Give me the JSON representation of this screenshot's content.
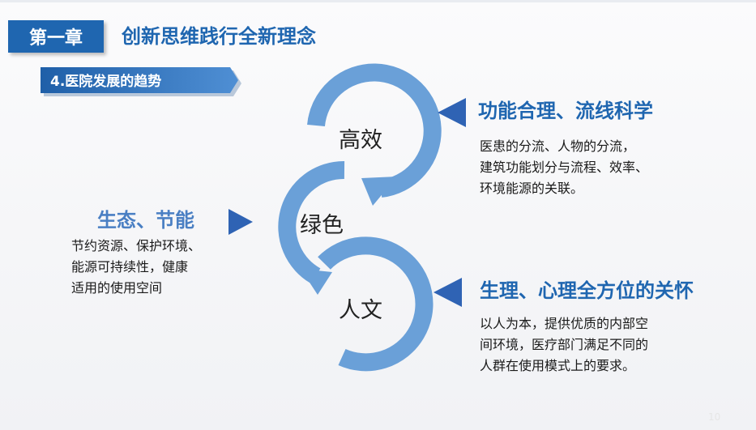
{
  "chapter": {
    "tag": "第一章",
    "title": "创新思维践行全新理念"
  },
  "section": {
    "label": "4.医院发展的趋势"
  },
  "diagram": {
    "circles": [
      {
        "label": "高效"
      },
      {
        "label": "绿色"
      },
      {
        "label": "人文"
      }
    ],
    "ring_color": "#6aa0d8",
    "pointer_color": "#2f63b4"
  },
  "callouts": {
    "right_top": {
      "heading": "功能合理、流线科学",
      "lines": [
        "医患的分流、人物的分流，",
        "建筑功能划分与流程、效率、",
        "环境能源的关联。"
      ]
    },
    "left": {
      "heading": "生态、节能",
      "lines": [
        "节约资源、保护环境、",
        "能源可持续性，健康",
        "适用的使用空间"
      ]
    },
    "right_bottom": {
      "heading": "生理、心理全方位的关怀",
      "lines": [
        "以人为本，提供优质的内部空",
        "间环境，医疗部门满足不同的",
        "人群在使用模式上的要求。"
      ]
    }
  },
  "page_number": "10",
  "colors": {
    "primary": "#1f66b0",
    "accent_left": "#4a7fc3",
    "ribbon": "#2a6fb8"
  }
}
